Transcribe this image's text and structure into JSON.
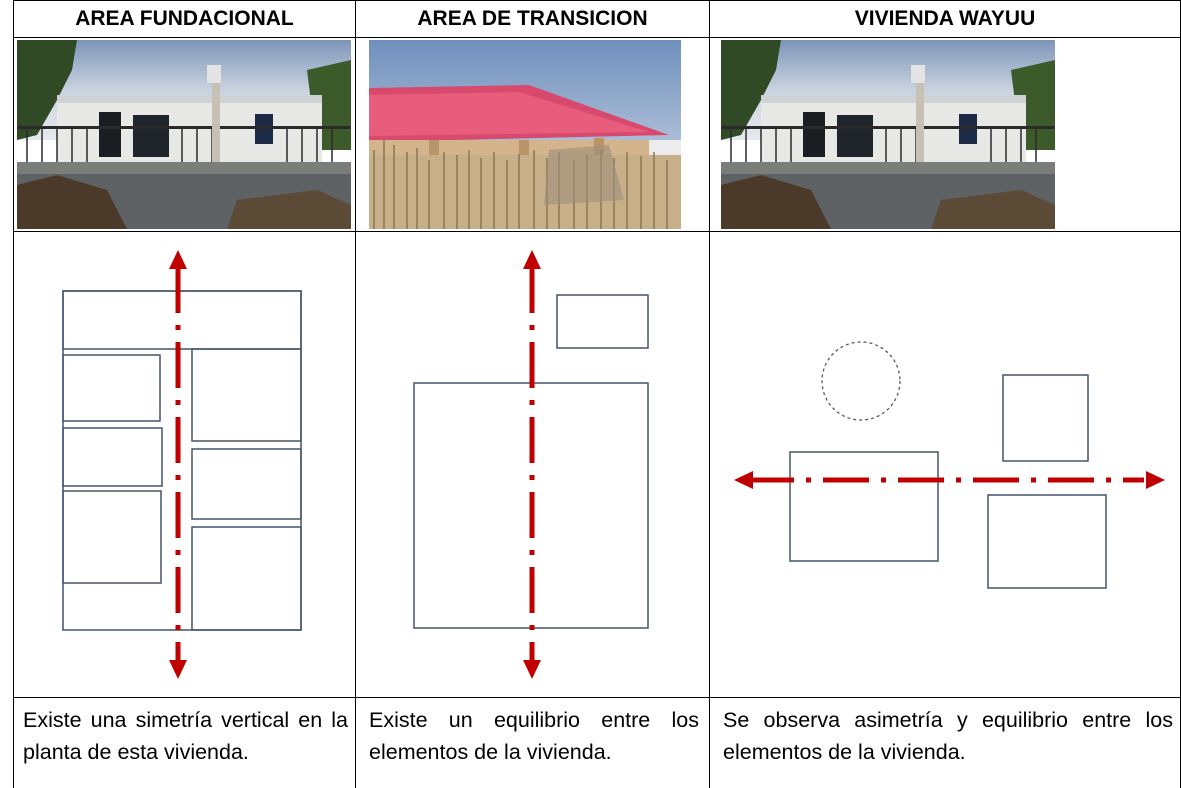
{
  "columns": [
    {
      "header": "AREA FUNDACIONAL",
      "photo": "house-photo",
      "description": "Existe una simetría vertical en la planta de esta vivienda."
    },
    {
      "header": "AREA DE TRANSICION",
      "photo": "pink-roof-house-photo",
      "description": "Existe un equilibrio entre los elementos de la vivienda."
    },
    {
      "header": "VIVIENDA WAYUU",
      "photo": "house-photo",
      "description": "Se observa asimetría y equilibrio entre los elementos de la vivienda."
    }
  ],
  "colors": {
    "axis": "#c00000",
    "outline": "#44546a",
    "circle": "#595959"
  }
}
